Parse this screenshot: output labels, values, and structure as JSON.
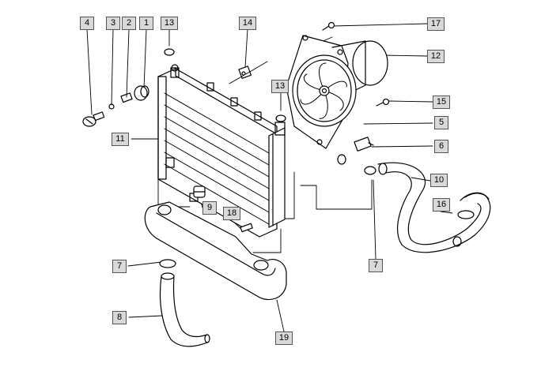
{
  "diagram": {
    "line_color": "#000000",
    "label_bg": "#d9d9d9",
    "label_border": "#555555",
    "callouts": [
      {
        "id": "4",
        "part": "drain-screw"
      },
      {
        "id": "3",
        "part": "washer"
      },
      {
        "id": "2",
        "part": "bushing"
      },
      {
        "id": "1",
        "part": "rubber-mount"
      },
      {
        "id": "13",
        "part": "clip-top"
      },
      {
        "id": "14",
        "part": "bracket"
      },
      {
        "id": "17",
        "part": "screw-top"
      },
      {
        "id": "12",
        "part": "fan-motor"
      },
      {
        "id": "13",
        "part": "clip-right"
      },
      {
        "id": "15",
        "part": "screw-side"
      },
      {
        "id": "5",
        "part": "seal-ring"
      },
      {
        "id": "6",
        "part": "temperature-switch"
      },
      {
        "id": "11",
        "part": "radiator"
      },
      {
        "id": "10",
        "part": "upper-hose"
      },
      {
        "id": "9",
        "part": "grommet"
      },
      {
        "id": "18",
        "part": "bleed-screw"
      },
      {
        "id": "16",
        "part": "hose-clamp-upper"
      },
      {
        "id": "7",
        "part": "hose-clamp-left"
      },
      {
        "id": "7",
        "part": "hose-clamp-right"
      },
      {
        "id": "8",
        "part": "lower-hose"
      },
      {
        "id": "19",
        "part": "expansion-tank"
      }
    ]
  }
}
